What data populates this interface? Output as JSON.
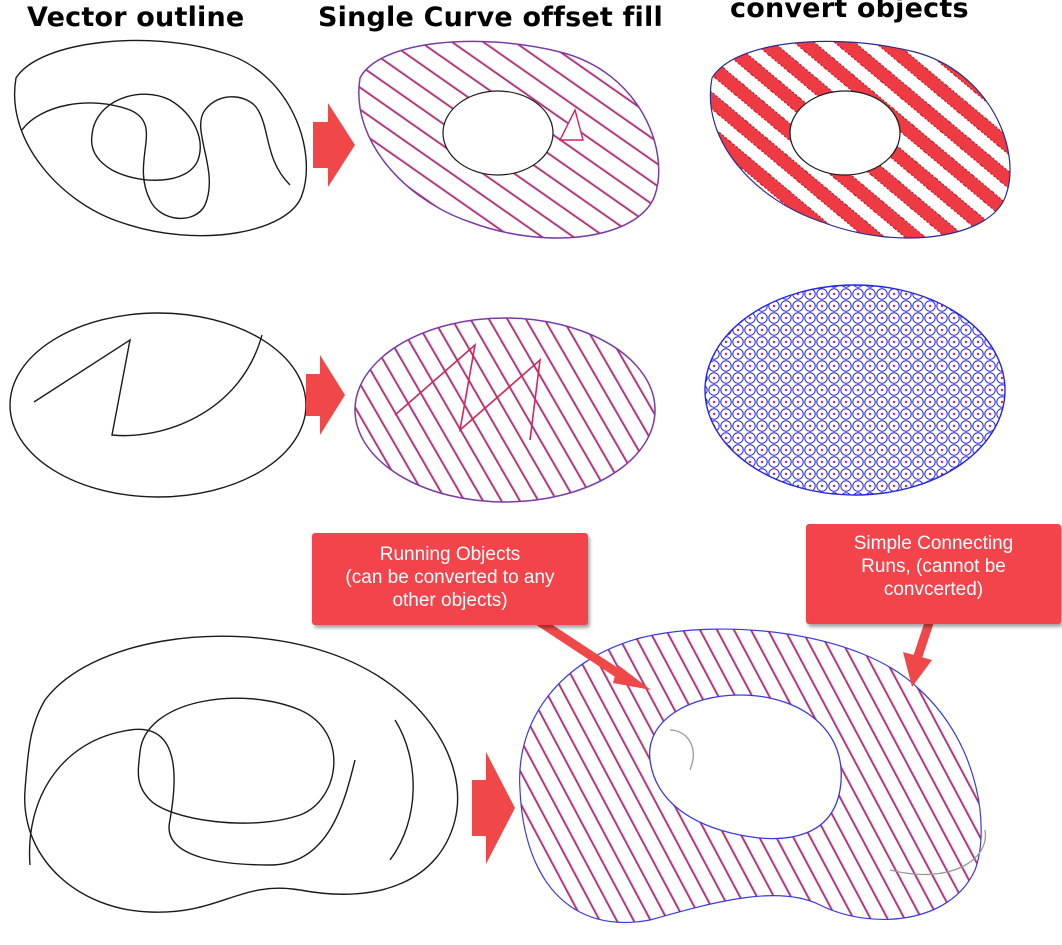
{
  "headings": {
    "col1": "Vector outline",
    "col2": "Single Curve offset fill",
    "col3": "convert objects"
  },
  "callouts": {
    "running": {
      "lines": [
        "Running Objects",
        "(can be converted to any",
        "other objects)"
      ]
    },
    "simple": {
      "lines": [
        "Simple Connecting",
        "Runs, (cannot be",
        "convcerted)"
      ]
    }
  },
  "colors": {
    "outline": "#1a1a1a",
    "fill_run": "#d2265a",
    "fill_run_secondary": "#7a3aa8",
    "connect": "#3a3ae0",
    "object_red": "#ee3b43",
    "object_blue": "#2424e6",
    "arrow": "#f04848",
    "callout_bg": "#f2444a"
  },
  "icons": [
    "right-arrow-icon",
    "callout-pointer-arrow"
  ]
}
